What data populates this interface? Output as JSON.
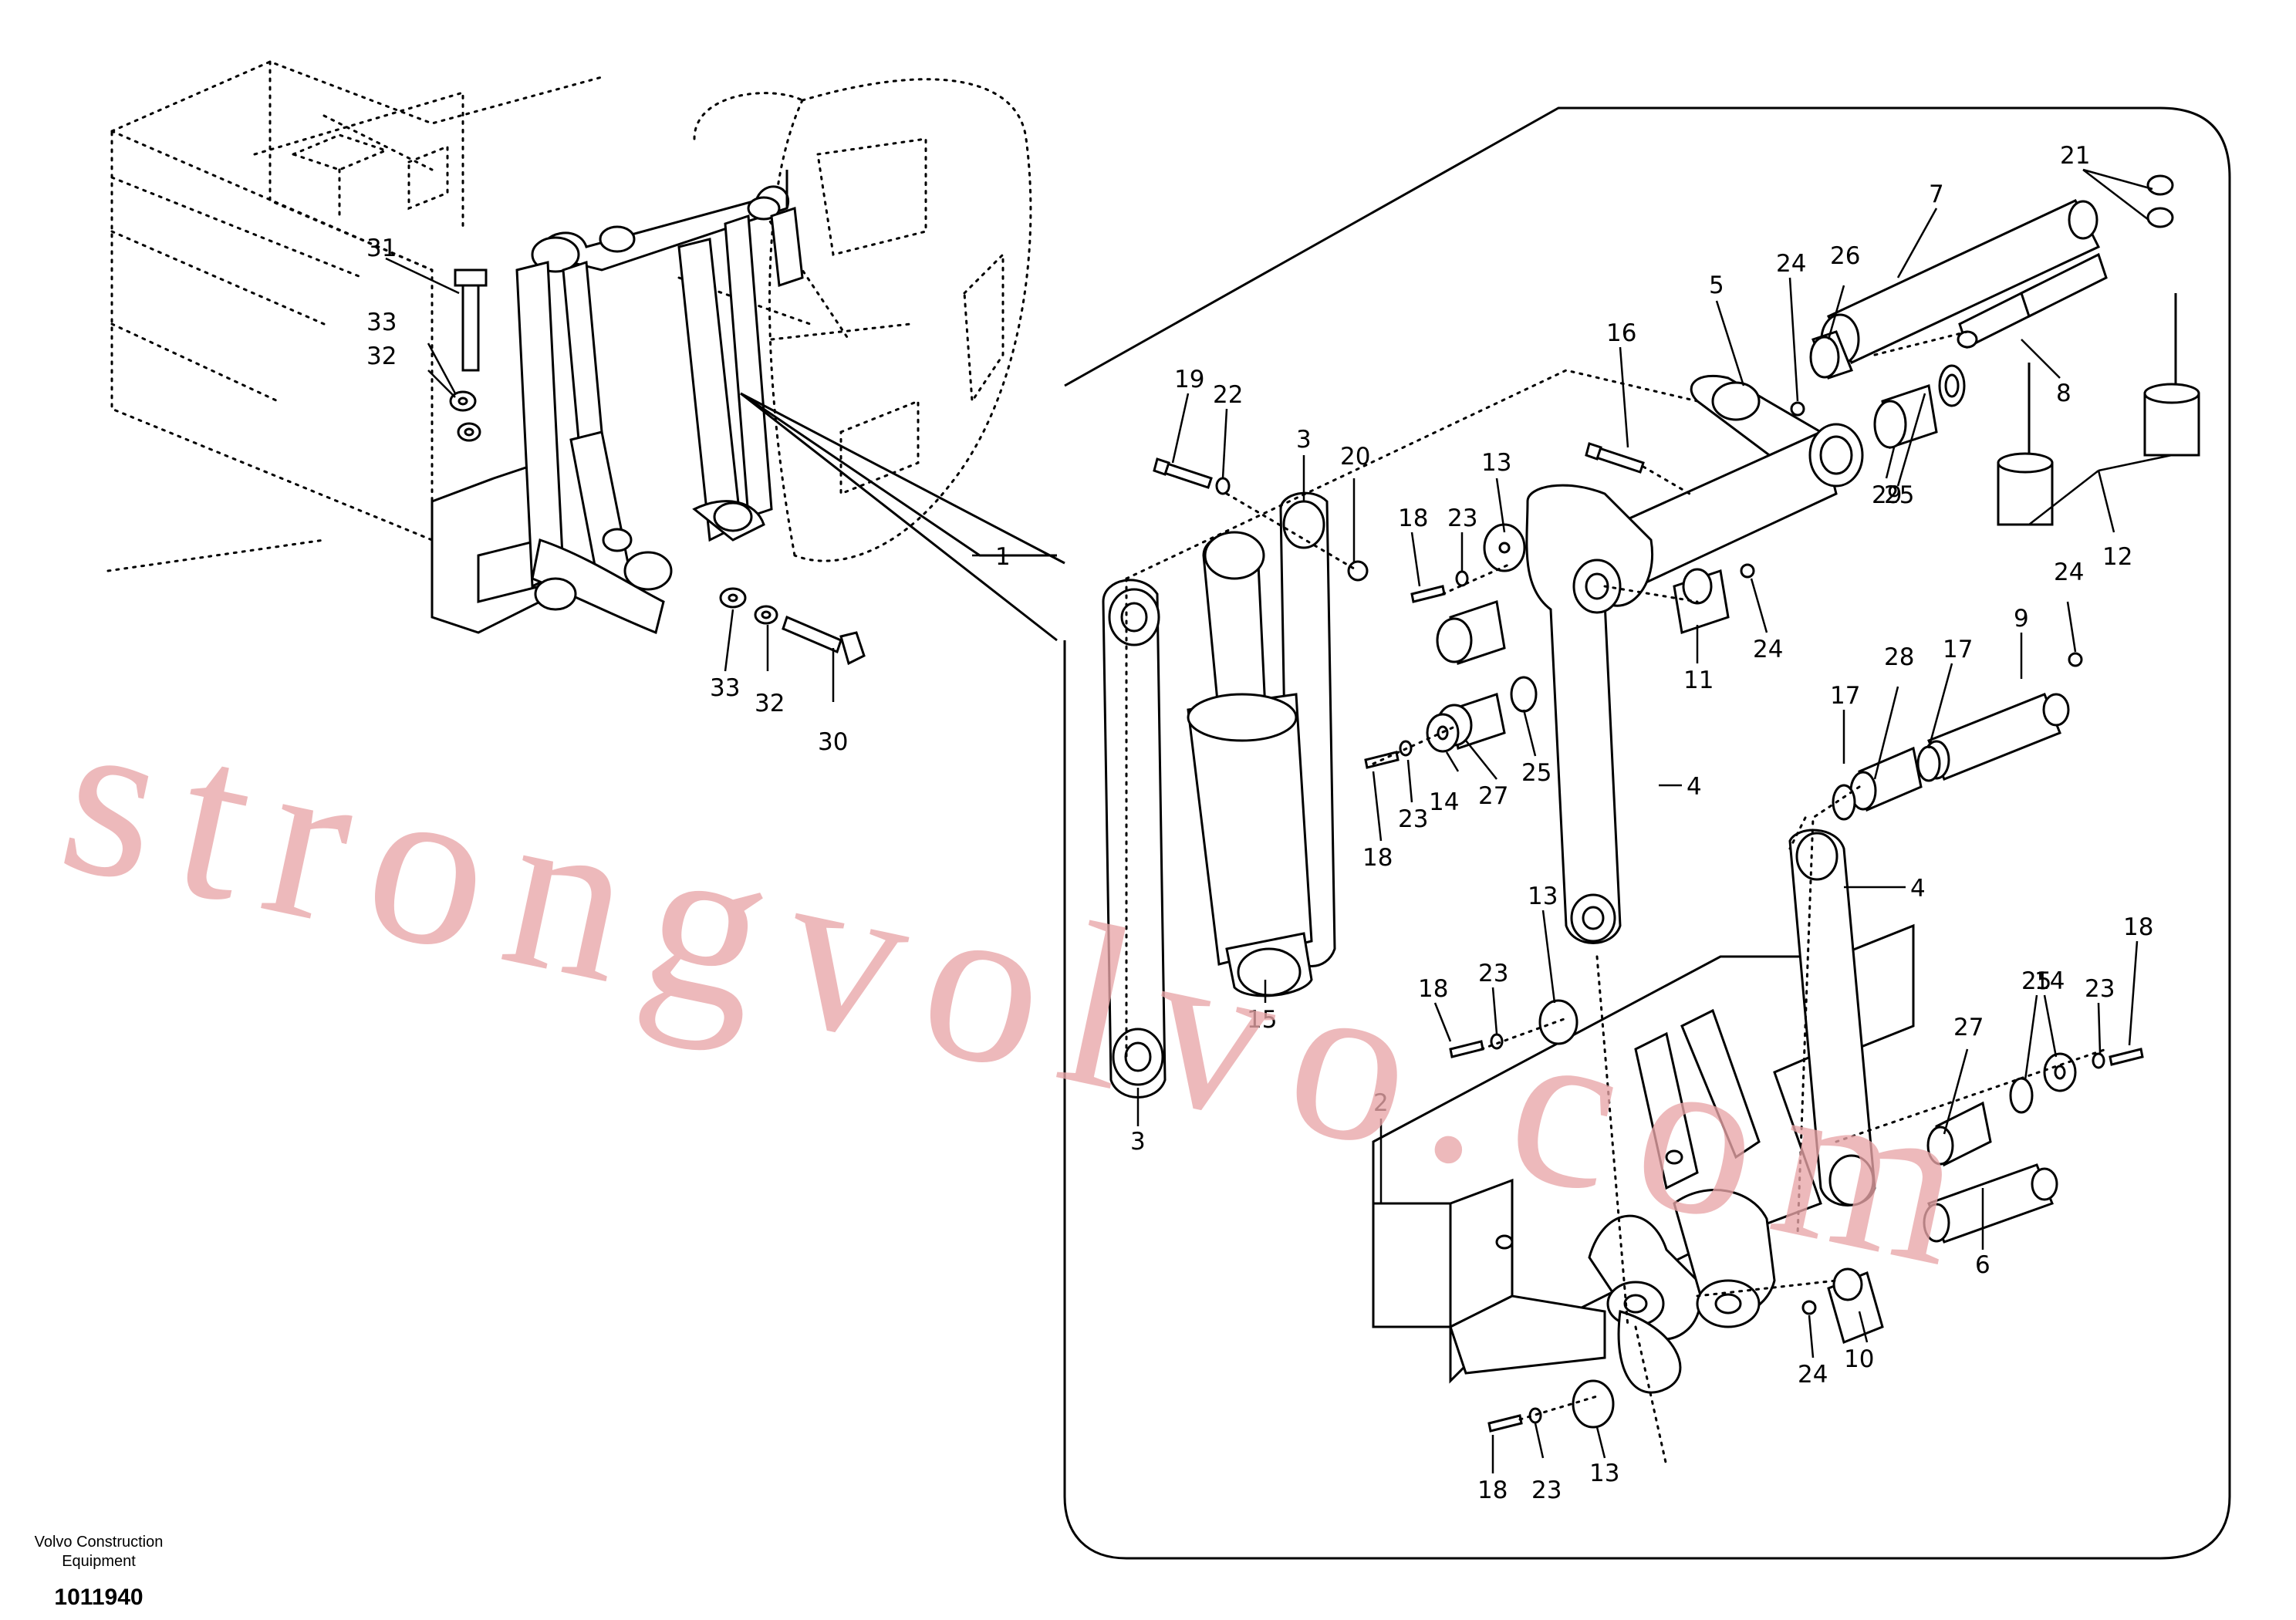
{
  "title": "",
  "footer": {
    "company_line1": "Volvo Construction",
    "company_line2": "Equipment",
    "diagram_number": "1011940"
  },
  "watermark": "strongvolvo.com",
  "callouts": {
    "c1": "1",
    "c2": "2",
    "c3a": "3",
    "c3b": "3",
    "c4a": "4",
    "c4b": "4",
    "c5": "5",
    "c6": "6",
    "c7": "7",
    "c8": "8",
    "c9": "9",
    "c10": "10",
    "c11": "11",
    "c12": "12",
    "c13a": "13",
    "c13b": "13",
    "c13c": "13",
    "c14a": "14",
    "c14b": "14",
    "c15": "15",
    "c16": "16",
    "c17a": "17",
    "c17b": "17",
    "c18a": "18",
    "c18b": "18",
    "c18c": "18",
    "c18d": "18",
    "c18e": "18",
    "c19": "19",
    "c20": "20",
    "c21": "21",
    "c22": "22",
    "c23a": "23",
    "c23b": "23",
    "c23c": "23",
    "c23d": "23",
    "c23e": "23",
    "c24a": "24",
    "c24b": "24",
    "c24c": "24",
    "c24d": "24",
    "c25a": "25",
    "c25b": "25",
    "c25c": "25",
    "c26": "26",
    "c27a": "27",
    "c27b": "27",
    "c28": "28",
    "c29": "29",
    "c30": "30",
    "c31": "31",
    "c32a": "32",
    "c32b": "32",
    "c33a": "33",
    "c33b": "33"
  }
}
